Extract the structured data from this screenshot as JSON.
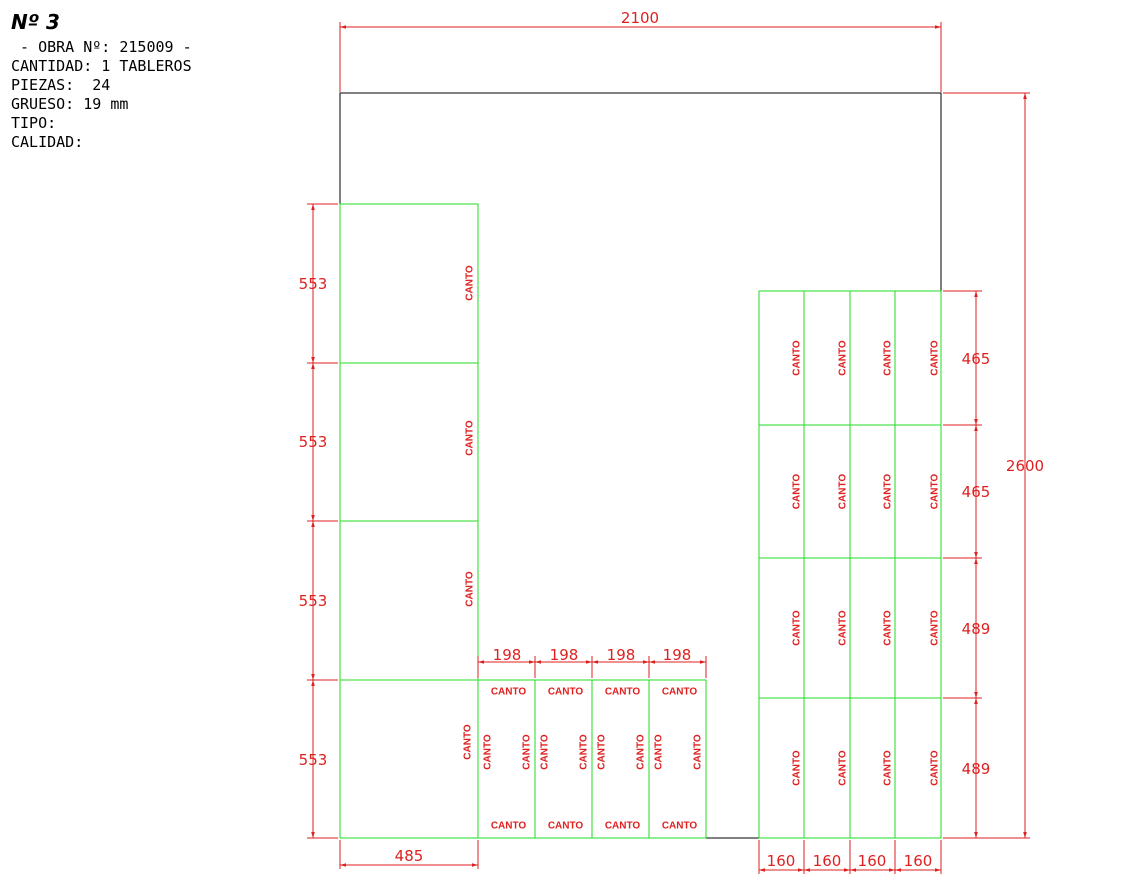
{
  "header": {
    "title": "Nº 3",
    "lines": [
      " - OBRA Nº: 215009 -",
      "CANTIDAD: 1 TABLEROS",
      "PIEZAS:  24",
      "GRUESO: 19 mm",
      "TIPO:",
      "CALIDAD:"
    ]
  },
  "board": {
    "width_label": "2100",
    "height_label": "2600"
  },
  "edge_label": "CANTO",
  "dimensions": {
    "left_rows": [
      "553",
      "553",
      "553",
      "553"
    ],
    "left_width": "485",
    "small_cols": [
      "198",
      "198",
      "198",
      "198"
    ],
    "right_rows": [
      "465",
      "465",
      "489",
      "489"
    ],
    "right_cols": [
      "160",
      "160",
      "160",
      "160"
    ]
  },
  "colors": {
    "board": "#000000",
    "piece": "#22dd22",
    "dimension": "#e01f1f"
  }
}
